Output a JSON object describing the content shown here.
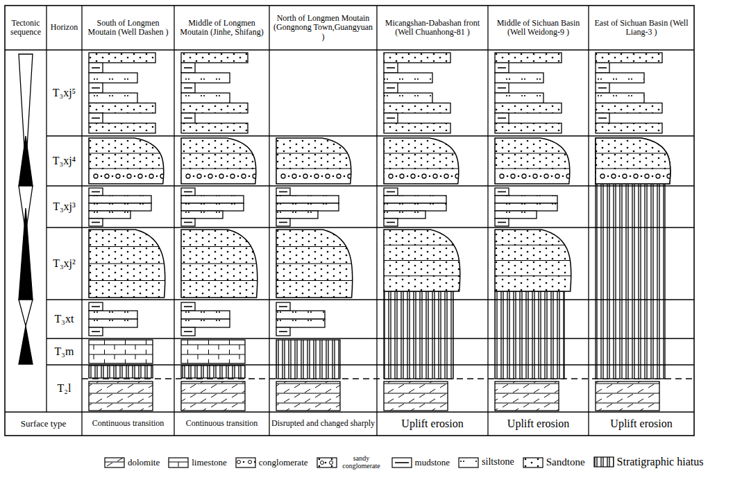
{
  "diagram": {
    "labels": [
      "Tectonic sequence",
      "Horizon",
      "South of Longmen Moutain (Well Dashen )",
      "Middle of Longmen Moutain (Jinhe, Shifang)",
      "North of Longmen Moutain (Gongnong Town,Guangyuan )",
      "Micangshan-Dabashan front (Well Chuanhong-81 )",
      "Middle of Sichuan Basin (Well Weidong-9 )",
      "East of Sichuan Basin (Well Liang-3 )",
      "T₃xj⁵",
      "T₃xj⁴",
      "T₃xj³",
      "T₃xj²",
      "T₃xt",
      "T₃m",
      "T₂l",
      "Surface type",
      "Continuous transition",
      "Continuous transition",
      "Disrupted and changed sharply",
      "Uplift erosion",
      "Uplift erosion",
      "Uplift erosion"
    ],
    "legend": [
      {
        "text": "dolomite"
      },
      {
        "text": "limestone"
      },
      {
        "text": "conglomerate"
      },
      {
        "text": "sandy conglomerate"
      },
      {
        "text": "mudstone"
      },
      {
        "text": "siltstone"
      },
      {
        "text": "Sandtone"
      },
      {
        "text": "Stratigraphic hiatus"
      }
    ]
  }
}
